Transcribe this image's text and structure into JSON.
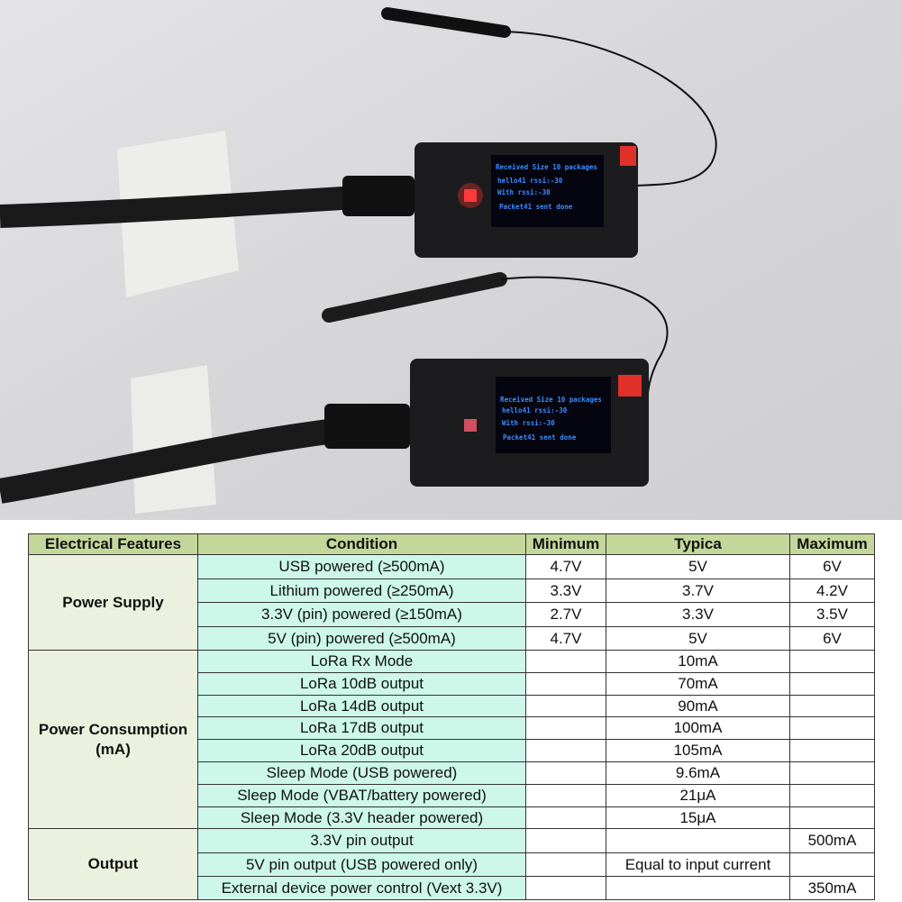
{
  "photo": {
    "boards": [
      {
        "oled_lines": [
          "Received Size 10 packages",
          "hello41 rssi:-30",
          "With rssi:-30",
          "Packet41 sent done"
        ]
      },
      {
        "oled_lines": [
          "Received Size 10 packages",
          "hello41 rssi:-30",
          "With rssi:-30",
          "Packet41 sent done"
        ]
      }
    ],
    "colors": {
      "background": "#dcdcdc",
      "board": "#1c1c1e",
      "oled_text": "#3a8cff",
      "led": "#ff3030"
    }
  },
  "table": {
    "headers": [
      "Electrical Features",
      "Condition",
      "Minimum",
      "Typica",
      "Maximum"
    ],
    "groups": [
      {
        "feature": "Power Supply",
        "rows": [
          [
            "USB powered  (≥500mA)",
            "4.7V",
            "5V",
            "6V"
          ],
          [
            "Lithium powered  (≥250mA)",
            "3.3V",
            "3.7V",
            "4.2V"
          ],
          [
            "3.3V  (pin)  powered  (≥150mA)",
            "2.7V",
            "3.3V",
            "3.5V"
          ],
          [
            "5V  (pin)  powered  (≥500mA)",
            "4.7V",
            "5V",
            "6V"
          ]
        ]
      },
      {
        "feature": "Power Consumption",
        "feature_sub": "(mA)",
        "rows": [
          [
            "LoRa Rx Mode",
            "",
            "10mA",
            ""
          ],
          [
            "LoRa 10dB output",
            "",
            "70mA",
            ""
          ],
          [
            "LoRa 14dB output",
            "",
            "90mA",
            ""
          ],
          [
            "LoRa 17dB output",
            "",
            "100mA",
            ""
          ],
          [
            "LoRa 20dB output",
            "",
            "105mA",
            ""
          ],
          [
            "Sleep Mode (USB powered)",
            "",
            "9.6mA",
            ""
          ],
          [
            "Sleep Mode (VBAT/battery powered)",
            "",
            "21μA",
            ""
          ],
          [
            "Sleep Mode (3.3V header powered)",
            "",
            "15μA",
            ""
          ]
        ]
      },
      {
        "feature": "Output",
        "rows": [
          [
            "3.3V pin output",
            "",
            "",
            "500mA"
          ],
          [
            "5V pin output   (USB powered only)",
            "",
            "Equal to input current",
            ""
          ],
          [
            "External device power control (Vext 3.3V)",
            "",
            "",
            "350mA"
          ]
        ]
      }
    ],
    "colors": {
      "header": "#c4d79b",
      "feature": "#ebf1de",
      "condition": "#ccf7e9"
    }
  }
}
